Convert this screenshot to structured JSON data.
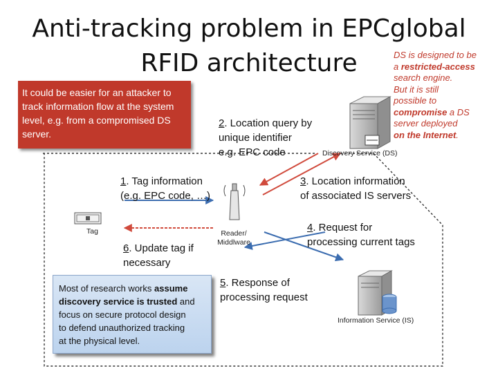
{
  "title": {
    "line1": "Anti-tracking problem in EPCglobal",
    "line2": "RFID architecture"
  },
  "attacker_box": {
    "text": "It could be easier for an attacker to track information flow at the system level, e.g. from a compromised DS server."
  },
  "ds_note": {
    "line1": "DS is designed to be",
    "line2_prefix": "a ",
    "line2_bold": "restricted-access",
    "line3": "search engine.",
    "line4": "But it is still",
    "line5": "possible to",
    "line6_bold": "compromise",
    "line6_rest": " a DS",
    "line7": "server deployed",
    "line8_bold": "on the Internet",
    "line8_rest": "."
  },
  "steps": {
    "s1_num": "1",
    "s1_text": ". Tag information",
    "s1_line2": "(e.g. EPC code, …)",
    "s2_num": "2",
    "s2_text": ". Location query by",
    "s2_line2": "unique identifier",
    "s2_line3": "e.g. EPC code",
    "s3_num": "3",
    "s3_text": ". Location information",
    "s3_line2": "of associated IS servers",
    "s4_num": "4",
    "s4_text": ". Request for",
    "s4_line2": "processing current tags",
    "s5_num": "5",
    "s5_text": ". Response of",
    "s5_line2": "processing request",
    "s6_num": "6",
    "s6_text": ". Update tag if",
    "s6_line2": "necessary"
  },
  "captions": {
    "ds": "Discovery Service (DS)",
    "tag": "Tag",
    "reader_line1": "Reader/",
    "reader_line2": "Middlware",
    "is": "Information Service (IS)"
  },
  "research_box": {
    "l1_pre": "Most of research works ",
    "l1_bold": "assume",
    "l2_bold": "discovery service is trusted",
    "l2_rest": " and",
    "l3": "focus on secure protocol design",
    "l4": "to defend unauthorized tracking",
    "l5": "at the physical level."
  },
  "colors": {
    "red": "#c0392b",
    "arrow_red": "#d04a3c",
    "arrow_blue": "#3c6db0",
    "box_blue": "#c9dbf1"
  }
}
